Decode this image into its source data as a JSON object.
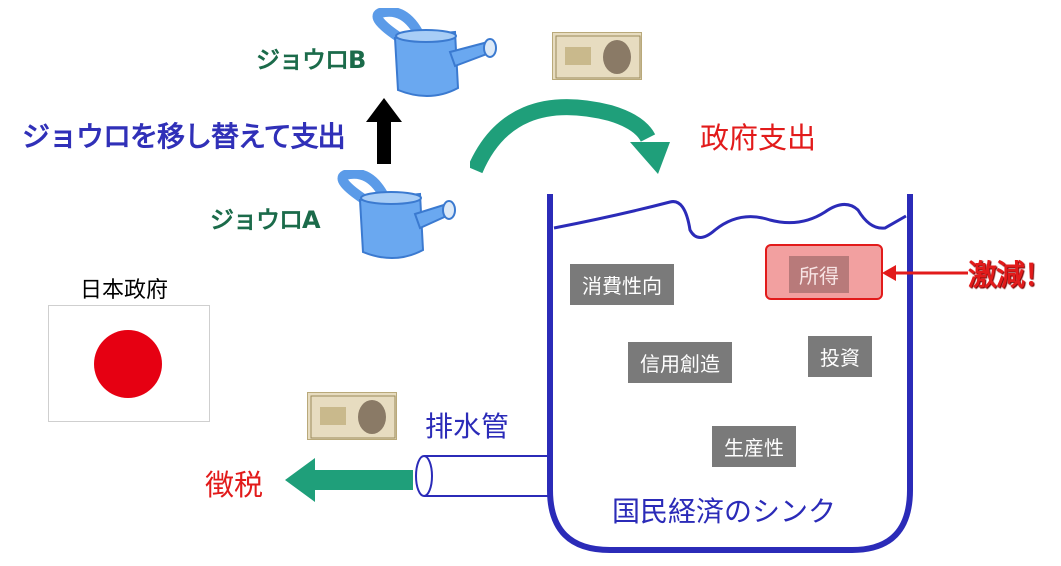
{
  "watering_can_b": {
    "label": "ジョウロB"
  },
  "watering_can_a": {
    "label": "ジョウロA"
  },
  "switch_text": "ジョウロを移し替えて支出",
  "gov_spending": "政府支出",
  "government": {
    "label": "日本政府"
  },
  "drain": {
    "label": "排水管"
  },
  "tax": "徴税",
  "sink": {
    "label": "国民経済のシンク",
    "items": {
      "consumption": "消費性向",
      "income": "所得",
      "credit": "信用創造",
      "investment": "投資",
      "productivity": "生産性"
    }
  },
  "alert": "激減！",
  "colors": {
    "sink_outline": "#2b2bb8",
    "arrow_green": "#1f9f7a",
    "flag_red": "#e60012",
    "income_box": "#f2a0a0"
  },
  "icons": [
    "watering-can-icon",
    "banknote-icon",
    "japan-flag-icon"
  ]
}
